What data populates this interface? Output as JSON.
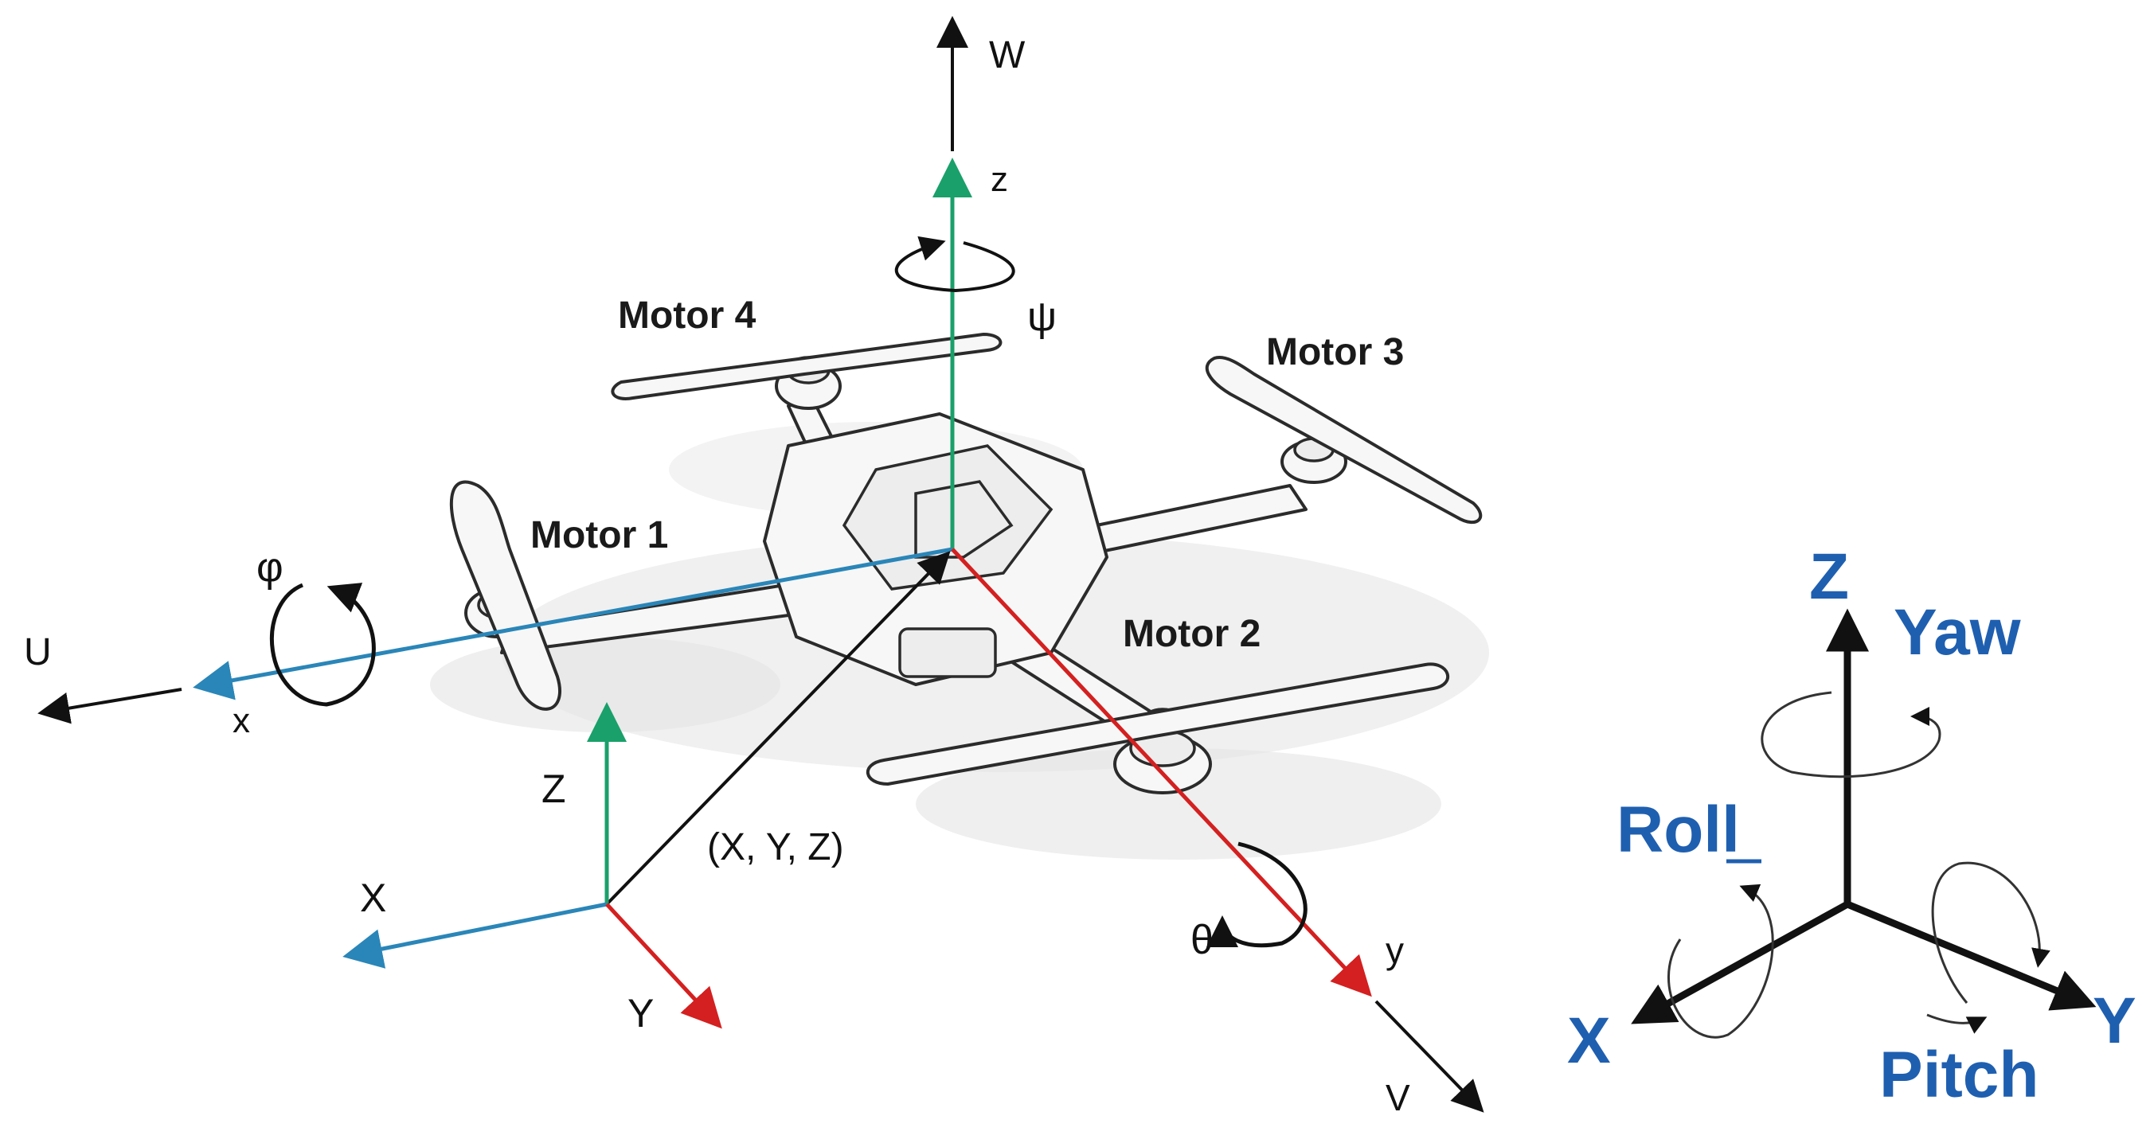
{
  "colors": {
    "green_axis": "#1aa06a",
    "blue_axis": "#2a86b8",
    "red_axis": "#d42020",
    "black": "#111111",
    "label_blue": "#1f5fb0"
  },
  "labels": {
    "w": "W",
    "u": "U",
    "v": "V",
    "z_body": "z",
    "x_body": "x",
    "y_body": "y",
    "psi": "ψ",
    "phi": "φ",
    "theta": "θ",
    "motor1": "Motor 1",
    "motor2": "Motor 2",
    "motor3": "Motor 3",
    "motor4": "Motor 4",
    "inertial_Z": "Z",
    "inertial_X": "X",
    "inertial_Y": "Y",
    "position": "(X, Y, Z)"
  },
  "reference_frame": {
    "Z": "Z",
    "X": "X",
    "Y": "Y",
    "yaw": "Yaw",
    "roll": "Roll",
    "pitch": "Pitch"
  }
}
